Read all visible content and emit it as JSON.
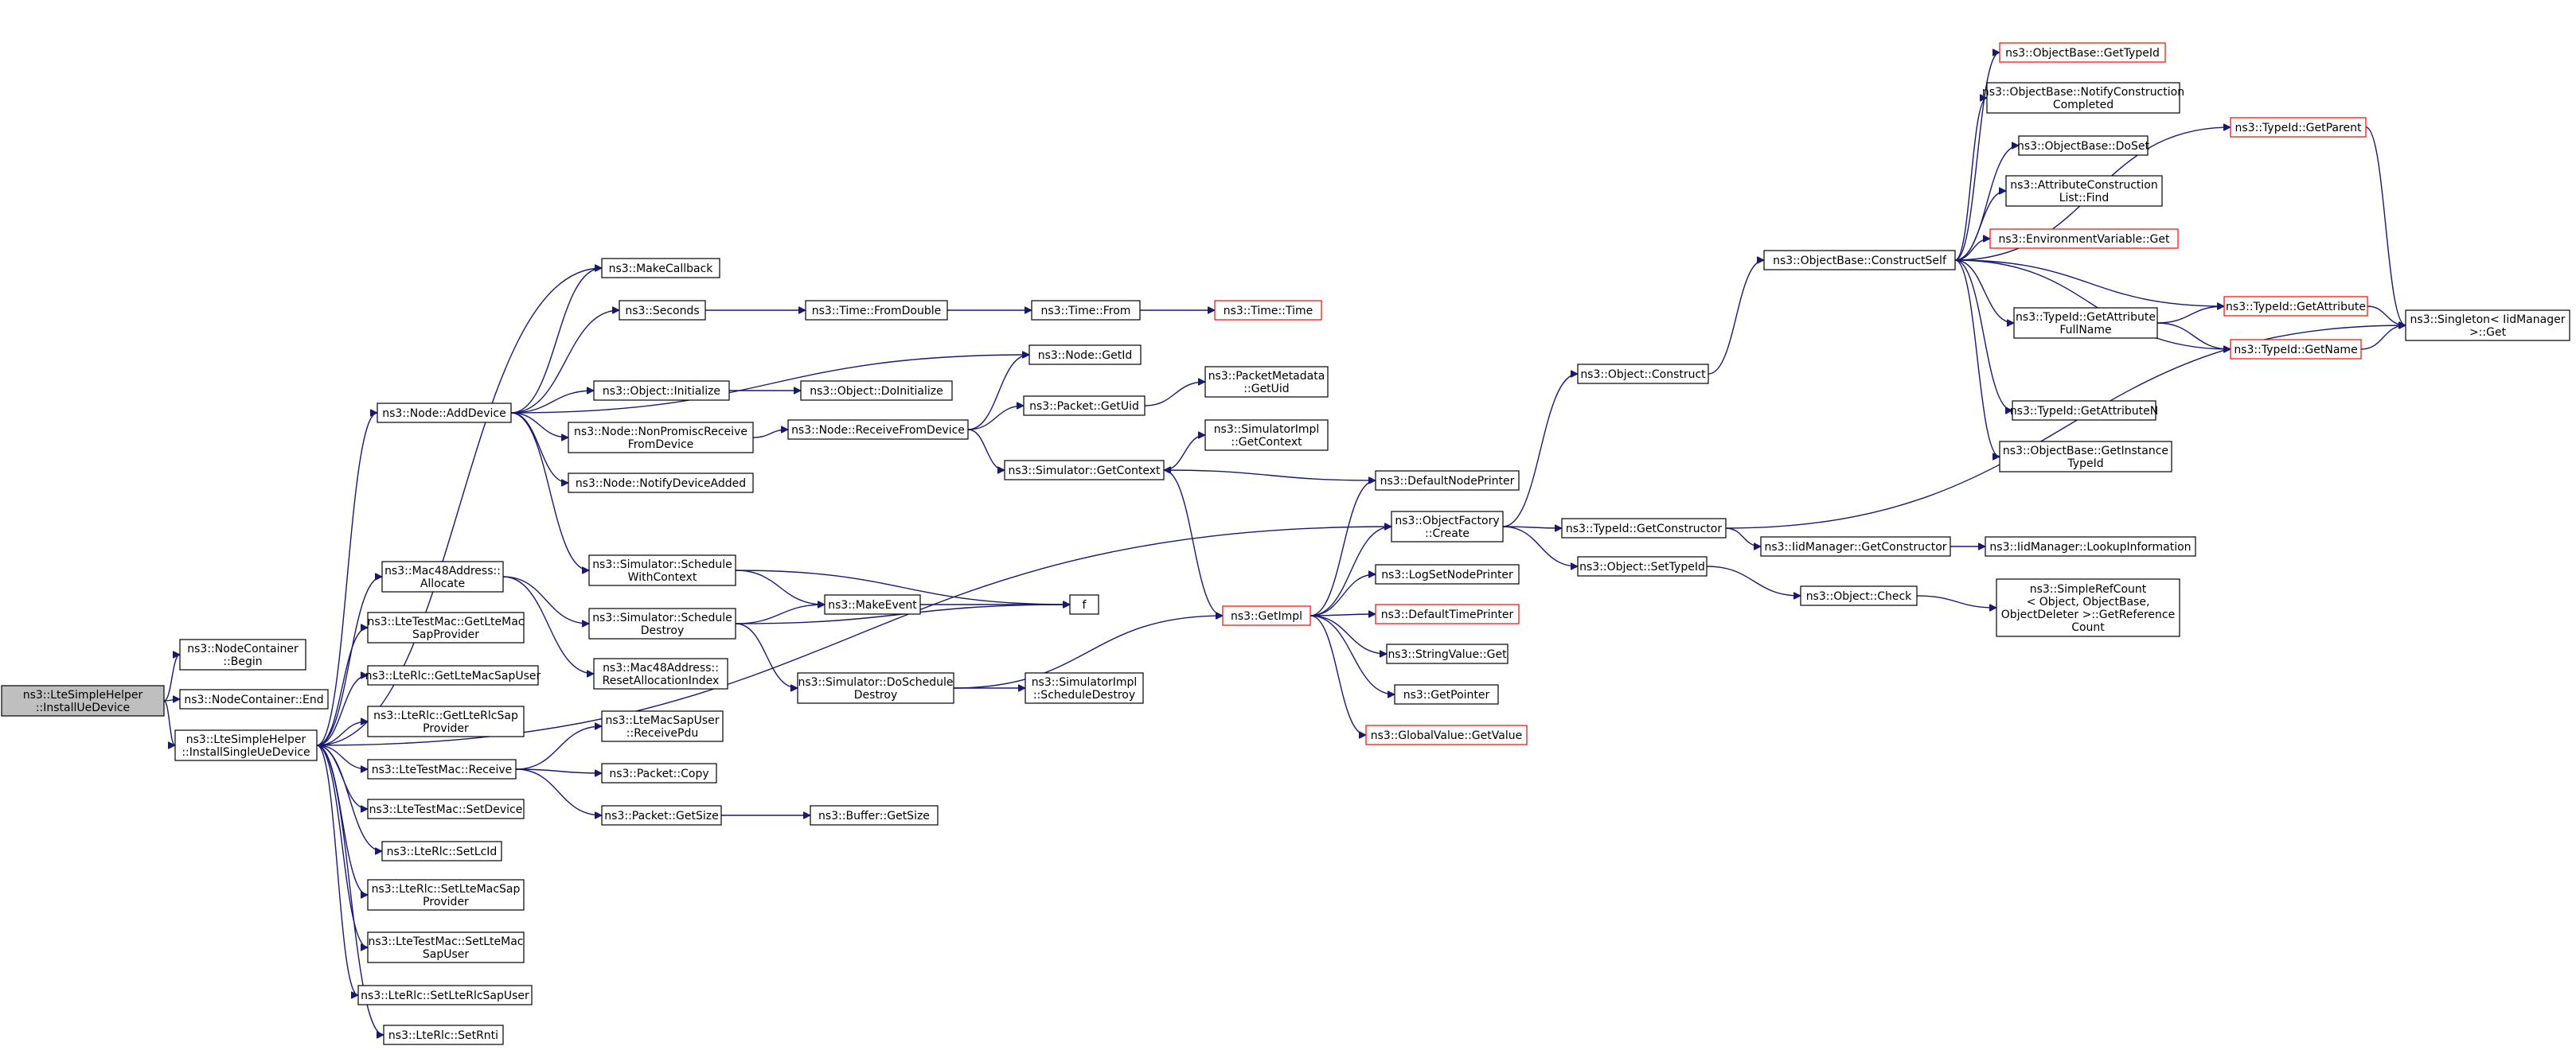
{
  "colors": {
    "edge": "#191970",
    "box_border": "#000000",
    "box_border_truncated": "#ff0000",
    "root_fill": "#bfbfbf",
    "background": "#ffffff"
  },
  "nodes": [
    {
      "id": "root",
      "lines": [
        "ns3::LteSimpleHelper",
        "::InstallUeDevice"
      ],
      "root": true
    },
    {
      "id": "nc_begin",
      "lines": [
        "ns3::NodeContainer",
        "::Begin"
      ]
    },
    {
      "id": "nc_end",
      "lines": [
        "ns3::NodeContainer::End"
      ]
    },
    {
      "id": "install_single",
      "lines": [
        "ns3::LteSimpleHelper",
        "::InstallSingleUeDevice"
      ]
    },
    {
      "id": "node_adddevice",
      "lines": [
        "ns3::Node::AddDevice"
      ]
    },
    {
      "id": "makecallback",
      "lines": [
        "ns3::MakeCallback"
      ]
    },
    {
      "id": "seconds",
      "lines": [
        "ns3::Seconds"
      ]
    },
    {
      "id": "time_fromdouble",
      "lines": [
        "ns3::Time::FromDouble"
      ]
    },
    {
      "id": "time_from",
      "lines": [
        "ns3::Time::From"
      ]
    },
    {
      "id": "time_time",
      "lines": [
        "ns3::Time::Time"
      ],
      "red": true
    },
    {
      "id": "node_getid",
      "lines": [
        "ns3::Node::GetId"
      ]
    },
    {
      "id": "object_initialize",
      "lines": [
        "ns3::Object::Initialize"
      ]
    },
    {
      "id": "object_doinitialize",
      "lines": [
        "ns3::Object::DoInitialize"
      ]
    },
    {
      "id": "packet_getuid",
      "lines": [
        "ns3::Packet::GetUid"
      ]
    },
    {
      "id": "packetmetadata_getuid",
      "lines": [
        "ns3::PacketMetadata",
        "::GetUid"
      ]
    },
    {
      "id": "node_nonpromisc",
      "lines": [
        "ns3::Node::NonPromiscReceive",
        "FromDevice"
      ]
    },
    {
      "id": "node_receivefromdevice",
      "lines": [
        "ns3::Node::ReceiveFromDevice"
      ]
    },
    {
      "id": "simimpl_getcontext",
      "lines": [
        "ns3::SimulatorImpl",
        "::GetContext"
      ]
    },
    {
      "id": "sim_getcontext",
      "lines": [
        "ns3::Simulator::GetContext"
      ]
    },
    {
      "id": "node_notifydeviceadded",
      "lines": [
        "ns3::Node::NotifyDeviceAdded"
      ]
    },
    {
      "id": "mac48_allocate",
      "lines": [
        "ns3::Mac48Address::",
        "Allocate"
      ]
    },
    {
      "id": "sim_schedulewithcontext",
      "lines": [
        "ns3::Simulator::Schedule",
        "WithContext"
      ]
    },
    {
      "id": "makeevent",
      "lines": [
        "ns3::MakeEvent"
      ]
    },
    {
      "id": "f",
      "lines": [
        "f"
      ]
    },
    {
      "id": "sim_scheduledestroy",
      "lines": [
        "ns3::Simulator::Schedule",
        "Destroy"
      ]
    },
    {
      "id": "mac48_resetalloc",
      "lines": [
        "ns3::Mac48Address::",
        "ResetAllocationIndex"
      ]
    },
    {
      "id": "sim_doscheduledestroy",
      "lines": [
        "ns3::Simulator::DoSchedule",
        "Destroy"
      ]
    },
    {
      "id": "simimpl_scheduledestroy",
      "lines": [
        "ns3::SimulatorImpl",
        "::ScheduleDestroy"
      ]
    },
    {
      "id": "ltetestmac_getltemacsapprovider",
      "lines": [
        "ns3::LteTestMac::GetLteMac",
        "SapProvider"
      ]
    },
    {
      "id": "lterlc_getltemacsapuser",
      "lines": [
        "ns3::LteRlc::GetLteMacSapUser"
      ]
    },
    {
      "id": "lterlc_getlterlcsapprovider",
      "lines": [
        "ns3::LteRlc::GetLteRlcSap",
        "Provider"
      ]
    },
    {
      "id": "ltetestmac_receive",
      "lines": [
        "ns3::LteTestMac::Receive"
      ]
    },
    {
      "id": "ltemacsapuser_receivepdu",
      "lines": [
        "ns3::LteMacSapUser",
        "::ReceivePdu"
      ]
    },
    {
      "id": "packet_copy",
      "lines": [
        "ns3::Packet::Copy"
      ]
    },
    {
      "id": "packet_getsize",
      "lines": [
        "ns3::Packet::GetSize"
      ]
    },
    {
      "id": "buffer_getsize",
      "lines": [
        "ns3::Buffer::GetSize"
      ]
    },
    {
      "id": "ltetestmac_setdevice",
      "lines": [
        "ns3::LteTestMac::SetDevice"
      ]
    },
    {
      "id": "lterlc_setlcid",
      "lines": [
        "ns3::LteRlc::SetLcId"
      ]
    },
    {
      "id": "lterlc_setltemacsapprovider",
      "lines": [
        "ns3::LteRlc::SetLteMacSap",
        "Provider"
      ]
    },
    {
      "id": "ltetestmac_setltemacsapuser",
      "lines": [
        "ns3::LteTestMac::SetLteMac",
        "SapUser"
      ]
    },
    {
      "id": "lterlc_setlterlcsapuser",
      "lines": [
        "ns3::LteRlc::SetLteRlcSapUser"
      ]
    },
    {
      "id": "lterlc_setrnti",
      "lines": [
        "ns3::LteRlc::SetRnti"
      ]
    },
    {
      "id": "getimpl",
      "lines": [
        "ns3::GetImpl"
      ],
      "red": true
    },
    {
      "id": "defaultnodeprinter",
      "lines": [
        "ns3::DefaultNodePrinter"
      ]
    },
    {
      "id": "objectfactory_create",
      "lines": [
        "ns3::ObjectFactory",
        "::Create"
      ]
    },
    {
      "id": "logsetnodeprinter",
      "lines": [
        "ns3::LogSetNodePrinter"
      ]
    },
    {
      "id": "defaulttimeprinter",
      "lines": [
        "ns3::DefaultTimePrinter"
      ],
      "red": true
    },
    {
      "id": "stringvalue_get",
      "lines": [
        "ns3::StringValue::Get"
      ]
    },
    {
      "id": "getpointer",
      "lines": [
        "ns3::GetPointer"
      ]
    },
    {
      "id": "globalvalue_getvalue",
      "lines": [
        "ns3::GlobalValue::GetValue"
      ],
      "red": true
    },
    {
      "id": "object_construct",
      "lines": [
        "ns3::Object::Construct"
      ]
    },
    {
      "id": "typeid_getconstructor",
      "lines": [
        "ns3::TypeId::GetConstructor"
      ]
    },
    {
      "id": "object_settypeid",
      "lines": [
        "ns3::Object::SetTypeId"
      ]
    },
    {
      "id": "iidmanager_getconstructor",
      "lines": [
        "ns3::IidManager::GetConstructor"
      ]
    },
    {
      "id": "iidmanager_lookupinformation",
      "lines": [
        "ns3::IidManager::LookupInformation"
      ]
    },
    {
      "id": "object_check",
      "lines": [
        "ns3::Object::Check"
      ]
    },
    {
      "id": "simplerefcount_getrefcount",
      "lines": [
        "ns3::SimpleRefCount",
        "< Object, ObjectBase,",
        "ObjectDeleter >::GetReference",
        "Count"
      ]
    },
    {
      "id": "objectbase_constructself",
      "lines": [
        "ns3::ObjectBase::ConstructSelf"
      ]
    },
    {
      "id": "objectbase_gettypeid",
      "lines": [
        "ns3::ObjectBase::GetTypeId"
      ],
      "red": true
    },
    {
      "id": "objectbase_notifyconstructioncompleted",
      "lines": [
        "ns3::ObjectBase::NotifyConstruction",
        "Completed"
      ]
    },
    {
      "id": "objectbase_doset",
      "lines": [
        "ns3::ObjectBase::DoSet"
      ]
    },
    {
      "id": "attributeconstructionlist_find",
      "lines": [
        "ns3::AttributeConstruction",
        "List::Find"
      ]
    },
    {
      "id": "environmentvariable_get",
      "lines": [
        "ns3::EnvironmentVariable::Get"
      ],
      "red": true
    },
    {
      "id": "typeid_getattributefullname",
      "lines": [
        "ns3::TypeId::GetAttribute",
        "FullName"
      ]
    },
    {
      "id": "typeid_getattributen",
      "lines": [
        "ns3::TypeId::GetAttributeN"
      ]
    },
    {
      "id": "objectbase_getinstancetypeid",
      "lines": [
        "ns3::ObjectBase::GetInstance",
        "TypeId"
      ]
    },
    {
      "id": "typeid_getparent",
      "lines": [
        "ns3::TypeId::GetParent"
      ],
      "red": true
    },
    {
      "id": "typeid_getattribute",
      "lines": [
        "ns3::TypeId::GetAttribute"
      ],
      "red": true
    },
    {
      "id": "typeid_getname",
      "lines": [
        "ns3::TypeId::GetName"
      ],
      "red": true
    },
    {
      "id": "singleton_get",
      "lines": [
        "ns3::Singleton< IidManager",
        ">::Get"
      ]
    }
  ],
  "edges": [
    [
      "root",
      "nc_begin"
    ],
    [
      "root",
      "nc_end"
    ],
    [
      "root",
      "install_single"
    ],
    [
      "install_single",
      "makecallback"
    ],
    [
      "install_single",
      "node_adddevice"
    ],
    [
      "install_single",
      "objectfactory_create"
    ],
    [
      "install_single",
      "mac48_allocate"
    ],
    [
      "install_single",
      "ltetestmac_getltemacsapprovider"
    ],
    [
      "install_single",
      "lterlc_getltemacsapuser"
    ],
    [
      "install_single",
      "lterlc_getlterlcsapprovider"
    ],
    [
      "install_single",
      "ltetestmac_receive"
    ],
    [
      "install_single",
      "ltetestmac_setdevice"
    ],
    [
      "install_single",
      "lterlc_setlcid"
    ],
    [
      "install_single",
      "lterlc_setltemacsapprovider"
    ],
    [
      "install_single",
      "ltetestmac_setltemacsapuser"
    ],
    [
      "install_single",
      "lterlc_setlterlcsapuser"
    ],
    [
      "install_single",
      "lterlc_setrnti"
    ],
    [
      "node_adddevice",
      "makecallback"
    ],
    [
      "node_adddevice",
      "seconds"
    ],
    [
      "node_adddevice",
      "node_getid"
    ],
    [
      "node_adddevice",
      "object_initialize"
    ],
    [
      "node_adddevice",
      "node_nonpromisc"
    ],
    [
      "node_adddevice",
      "node_notifydeviceadded"
    ],
    [
      "node_adddevice",
      "sim_schedulewithcontext"
    ],
    [
      "seconds",
      "time_fromdouble"
    ],
    [
      "time_fromdouble",
      "time_from"
    ],
    [
      "time_from",
      "time_time"
    ],
    [
      "object_initialize",
      "object_doinitialize"
    ],
    [
      "node_nonpromisc",
      "node_receivefromdevice"
    ],
    [
      "node_receivefromdevice",
      "node_getid"
    ],
    [
      "node_receivefromdevice",
      "packet_getuid"
    ],
    [
      "node_receivefromdevice",
      "sim_getcontext"
    ],
    [
      "packet_getuid",
      "packetmetadata_getuid"
    ],
    [
      "sim_getcontext",
      "simimpl_getcontext"
    ],
    [
      "sim_getcontext",
      "getimpl"
    ],
    [
      "mac48_allocate",
      "sim_scheduledestroy"
    ],
    [
      "mac48_allocate",
      "mac48_resetalloc"
    ],
    [
      "sim_schedulewithcontext",
      "makeevent"
    ],
    [
      "sim_schedulewithcontext",
      "f"
    ],
    [
      "sim_scheduledestroy",
      "makeevent"
    ],
    [
      "sim_scheduledestroy",
      "f"
    ],
    [
      "sim_scheduledestroy",
      "sim_doscheduledestroy"
    ],
    [
      "makeevent",
      "f"
    ],
    [
      "sim_doscheduledestroy",
      "simimpl_scheduledestroy"
    ],
    [
      "sim_doscheduledestroy",
      "getimpl"
    ],
    [
      "ltetestmac_receive",
      "ltemacsapuser_receivepdu"
    ],
    [
      "ltetestmac_receive",
      "packet_copy"
    ],
    [
      "ltetestmac_receive",
      "packet_getsize"
    ],
    [
      "packet_getsize",
      "buffer_getsize"
    ],
    [
      "getimpl",
      "defaultnodeprinter"
    ],
    [
      "getimpl",
      "objectfactory_create"
    ],
    [
      "getimpl",
      "logsetnodeprinter"
    ],
    [
      "getimpl",
      "defaulttimeprinter"
    ],
    [
      "getimpl",
      "stringvalue_get"
    ],
    [
      "getimpl",
      "getpointer"
    ],
    [
      "getimpl",
      "globalvalue_getvalue"
    ],
    [
      "defaultnodeprinter",
      "sim_getcontext"
    ],
    [
      "objectfactory_create",
      "object_construct"
    ],
    [
      "objectfactory_create",
      "typeid_getconstructor"
    ],
    [
      "objectfactory_create",
      "object_settypeid"
    ],
    [
      "object_construct",
      "objectbase_constructself"
    ],
    [
      "typeid_getconstructor",
      "iidmanager_getconstructor"
    ],
    [
      "typeid_getconstructor",
      "singleton_get"
    ],
    [
      "iidmanager_getconstructor",
      "iidmanager_lookupinformation"
    ],
    [
      "object_settypeid",
      "object_check"
    ],
    [
      "object_check",
      "simplerefcount_getrefcount"
    ],
    [
      "objectbase_constructself",
      "objectbase_gettypeid"
    ],
    [
      "objectbase_constructself",
      "typeid_getparent"
    ],
    [
      "objectbase_constructself",
      "objectbase_notifyconstructioncompleted"
    ],
    [
      "objectbase_constructself",
      "objectbase_doset"
    ],
    [
      "objectbase_constructself",
      "attributeconstructionlist_find"
    ],
    [
      "objectbase_constructself",
      "environmentvariable_get"
    ],
    [
      "objectbase_constructself",
      "typeid_getattribute"
    ],
    [
      "objectbase_constructself",
      "typeid_getattributefullname"
    ],
    [
      "objectbase_constructself",
      "typeid_getname"
    ],
    [
      "objectbase_constructself",
      "typeid_getattributen"
    ],
    [
      "objectbase_constructself",
      "objectbase_getinstancetypeid"
    ],
    [
      "typeid_getattributefullname",
      "typeid_getattribute"
    ],
    [
      "typeid_getattributefullname",
      "typeid_getname"
    ],
    [
      "typeid_getparent",
      "singleton_get"
    ],
    [
      "typeid_getattribute",
      "singleton_get"
    ],
    [
      "typeid_getname",
      "singleton_get"
    ]
  ]
}
